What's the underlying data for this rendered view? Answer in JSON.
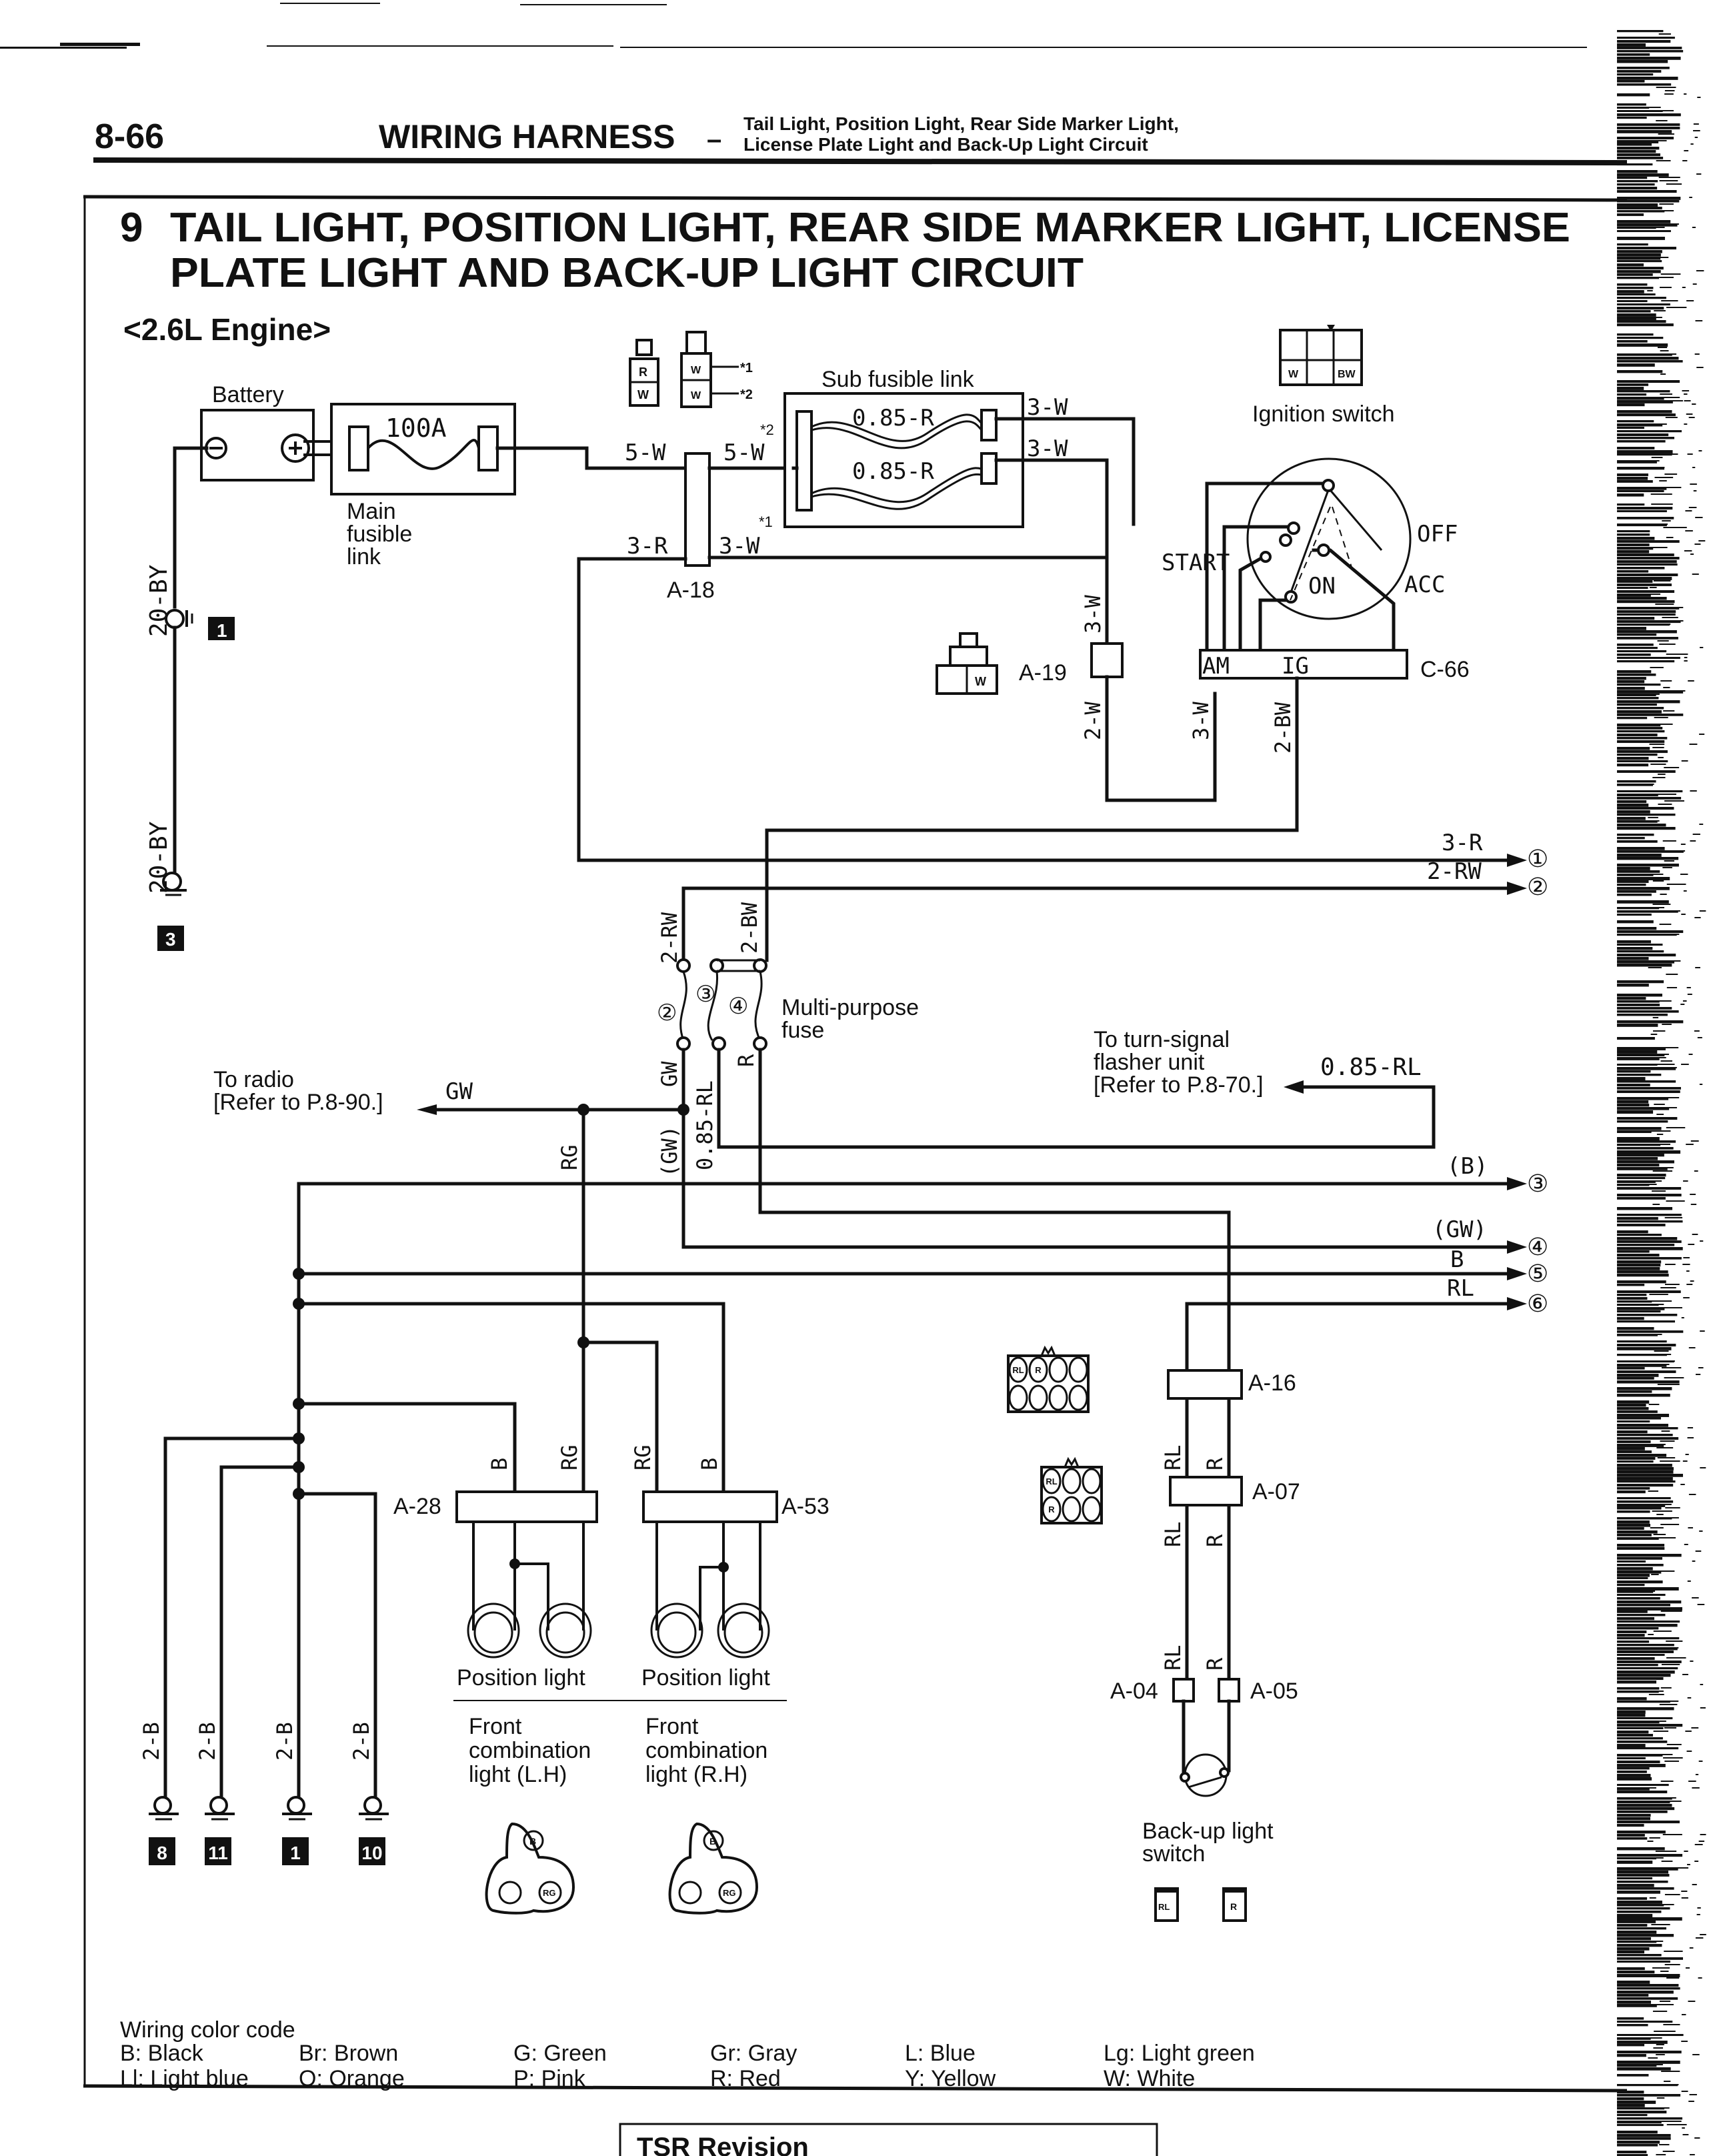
{
  "header": {
    "page_number": "8-66",
    "section": "WIRING HARNESS",
    "dash": "–",
    "subtitle_line1": "Tail Light, Position Light, Rear Side Marker Light,",
    "subtitle_line2": "License Plate Light and Back-Up Light Circuit"
  },
  "title": {
    "number": "9",
    "line1": "TAIL LIGHT, POSITION LIGHT, REAR SIDE MARKER LIGHT, LICENSE",
    "line2": "PLATE LIGHT AND BACK-UP LIGHT CIRCUIT",
    "engine": "<2.6L Engine>"
  },
  "components": {
    "battery": "Battery",
    "battery_neg": "⊖",
    "battery_pos": "⊕",
    "main_fuse_rating": "100A",
    "main_fusible_link": [
      "Main",
      "fusible",
      "link"
    ],
    "sub_fusible_link": "Sub fusible link",
    "sub_link_wire_1": "0.85-R",
    "sub_link_wire_2": "0.85-R",
    "ignition_switch": "Ignition switch",
    "ign_positions": {
      "start": "START",
      "on": "ON",
      "off": "OFF",
      "acc": "ACC"
    },
    "ign_terminals": {
      "am": "AM",
      "ig": "IG"
    },
    "multi_purpose_fuse": [
      "Multi-purpose",
      "fuse"
    ],
    "fuse_numbers": [
      "②",
      "③",
      "④"
    ],
    "position_light_lh": "Position light",
    "position_light_rh": "Position light",
    "front_combo_lh": [
      "Front",
      "combination",
      "light (L.H)"
    ],
    "front_combo_rh": [
      "Front",
      "combination",
      "light (R.H)"
    ],
    "backup_switch": [
      "Back-up light",
      "switch"
    ]
  },
  "connectors": {
    "a18": "A-18",
    "a19": "A-19",
    "c66": "C-66",
    "a16": "A-16",
    "a07": "A-07",
    "a28": "A-28",
    "a53": "A-53",
    "a04": "A-04",
    "a05": "A-05",
    "a18_face": {
      "pins": [
        "R",
        "W"
      ]
    },
    "a18b_face": {
      "pins": [
        "W",
        "W"
      ],
      "notes": [
        "*1",
        "*2"
      ]
    },
    "c66_face": {
      "pins": [
        "W",
        "",
        "BW"
      ]
    },
    "a19_face": {
      "pins": [
        "",
        "W"
      ]
    },
    "a16_face": {
      "pins": [
        "RL",
        "R"
      ]
    },
    "a07_face": {
      "pins": [
        "RL",
        "R"
      ]
    },
    "a28_face": {
      "pins": [
        "B",
        "RG"
      ]
    },
    "a53_face": {
      "pins": [
        "B",
        "RG"
      ]
    },
    "a04_face": "RL",
    "a05_face": "R"
  },
  "wires": {
    "bat_ground_upper": "20-BY",
    "bat_ground_lower": "20-BY",
    "w5w_a": "5-W",
    "w5w_b": "5-W",
    "w5w_b_note": "*2",
    "w3r": "3-R",
    "w3w": "3-W",
    "w3w_note": "*1",
    "sub_out_1": "3-W",
    "sub_out_2": "3-W",
    "a19_in": "3-W",
    "a19_out": "2-W",
    "am_in": "3-W",
    "ig_out": "2-BW",
    "out1_label": "3-R",
    "out2_label": "2-RW",
    "fuse_in_rw": "2-RW",
    "fuse_in_bw": "2-BW",
    "fuse_out_gw": "GW",
    "fuse_out_gw2": "(GW)",
    "fuse_out_rl": "0.85-RL",
    "fuse_out_r": "R",
    "radio_wire": "GW",
    "rg_wire": "RG",
    "turn_wire": "0.85-RL",
    "out3_label": "(B)",
    "out4_label": "(GW)",
    "out5_label": "B",
    "out6_label": "RL",
    "a28_b": "B",
    "a28_rg": "RG",
    "a53_rg": "RG",
    "a53_b": "B",
    "a16_rl": "RL",
    "a16_r": "R",
    "a07_rl": "RL",
    "a07_r": "R",
    "a04_rl": "RL",
    "a05_r": "R",
    "ground_wires": [
      "2-B",
      "2-B",
      "2-B",
      "2-B"
    ]
  },
  "refs": {
    "radio": [
      "To radio",
      "[Refer to P.8-90.]"
    ],
    "turn_signal": [
      "To turn-signal",
      "flasher unit",
      "[Refer to P.8-70.]"
    ]
  },
  "outputs": [
    "①",
    "②",
    "③",
    "④",
    "⑤",
    "⑥"
  ],
  "grounds": {
    "battery_upper": "1",
    "battery_lower": "3",
    "bottom": [
      "8",
      "11",
      "1",
      "10"
    ]
  },
  "color_code": {
    "title": "Wiring color code",
    "row1": [
      "B: Black",
      "Br: Brown",
      "G: Green",
      "Gr: Gray",
      "L: Blue",
      "Lg: Light green"
    ],
    "row2": [
      "Ll: Light blue",
      "O: Orange",
      "P: Pink",
      "R: Red",
      "Y: Yellow",
      "W: White"
    ]
  },
  "footer": {
    "tsr": "TSR Revision"
  }
}
